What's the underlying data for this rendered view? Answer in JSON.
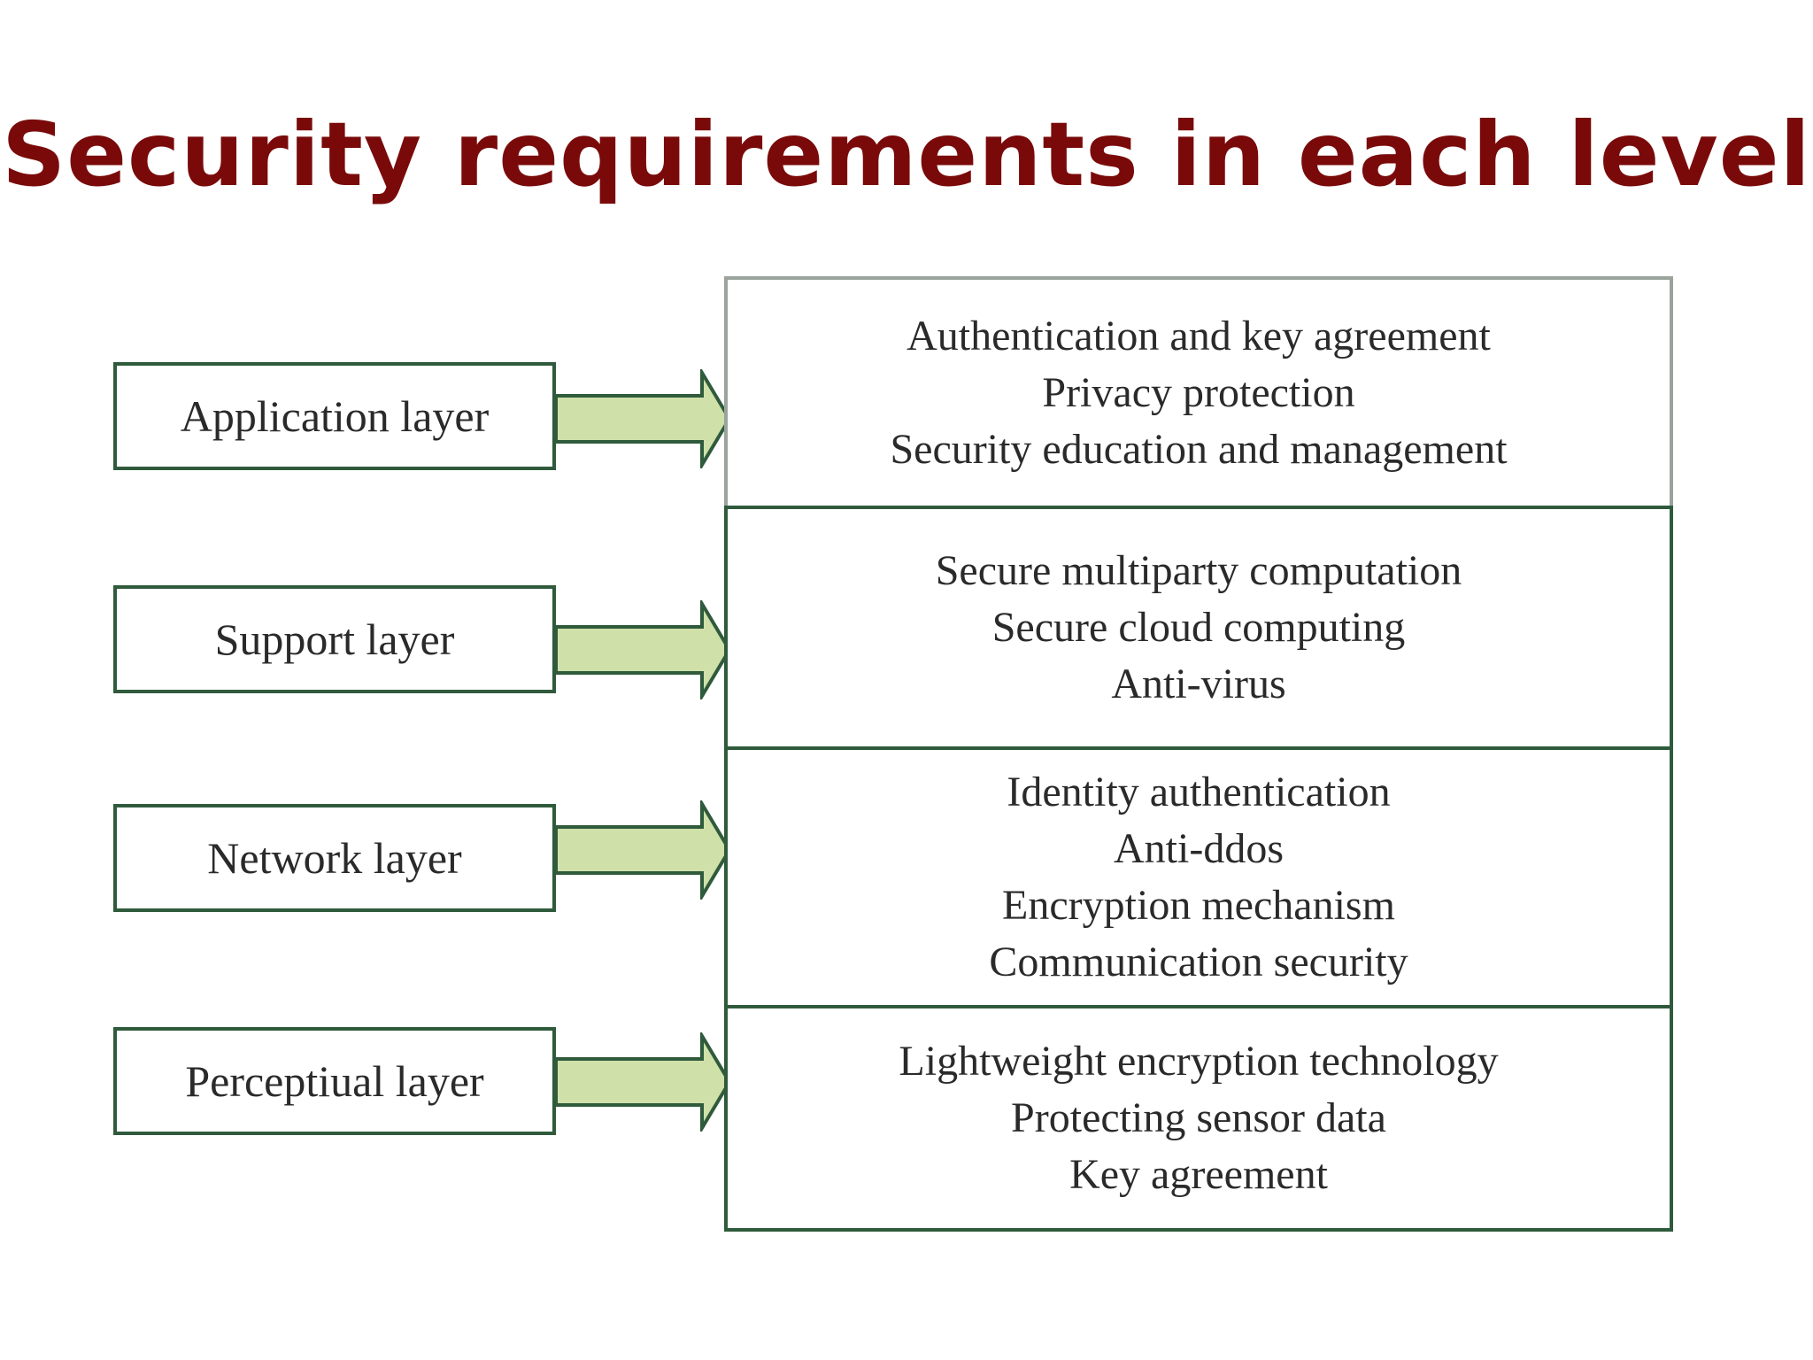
{
  "title": "Security requirements in each level",
  "title_color": "#7a0a0a",
  "arrow_fill": "#cfe0a8",
  "border_color": "#2f5a3c",
  "layers": [
    {
      "label": "Application layer",
      "requirements": [
        "Authentication and key agreement",
        "Privacy protection",
        "Security education and management"
      ]
    },
    {
      "label": "Support layer",
      "requirements": [
        "Secure multiparty computation",
        "Secure cloud computing",
        "Anti-virus"
      ]
    },
    {
      "label": "Network layer",
      "requirements": [
        "Identity authentication",
        "Anti-ddos",
        "Encryption mechanism",
        "Communication security"
      ]
    },
    {
      "label": "Perceptiual  layer",
      "requirements": [
        "Lightweight encryption technology",
        "Protecting sensor data",
        "Key agreement"
      ]
    }
  ]
}
